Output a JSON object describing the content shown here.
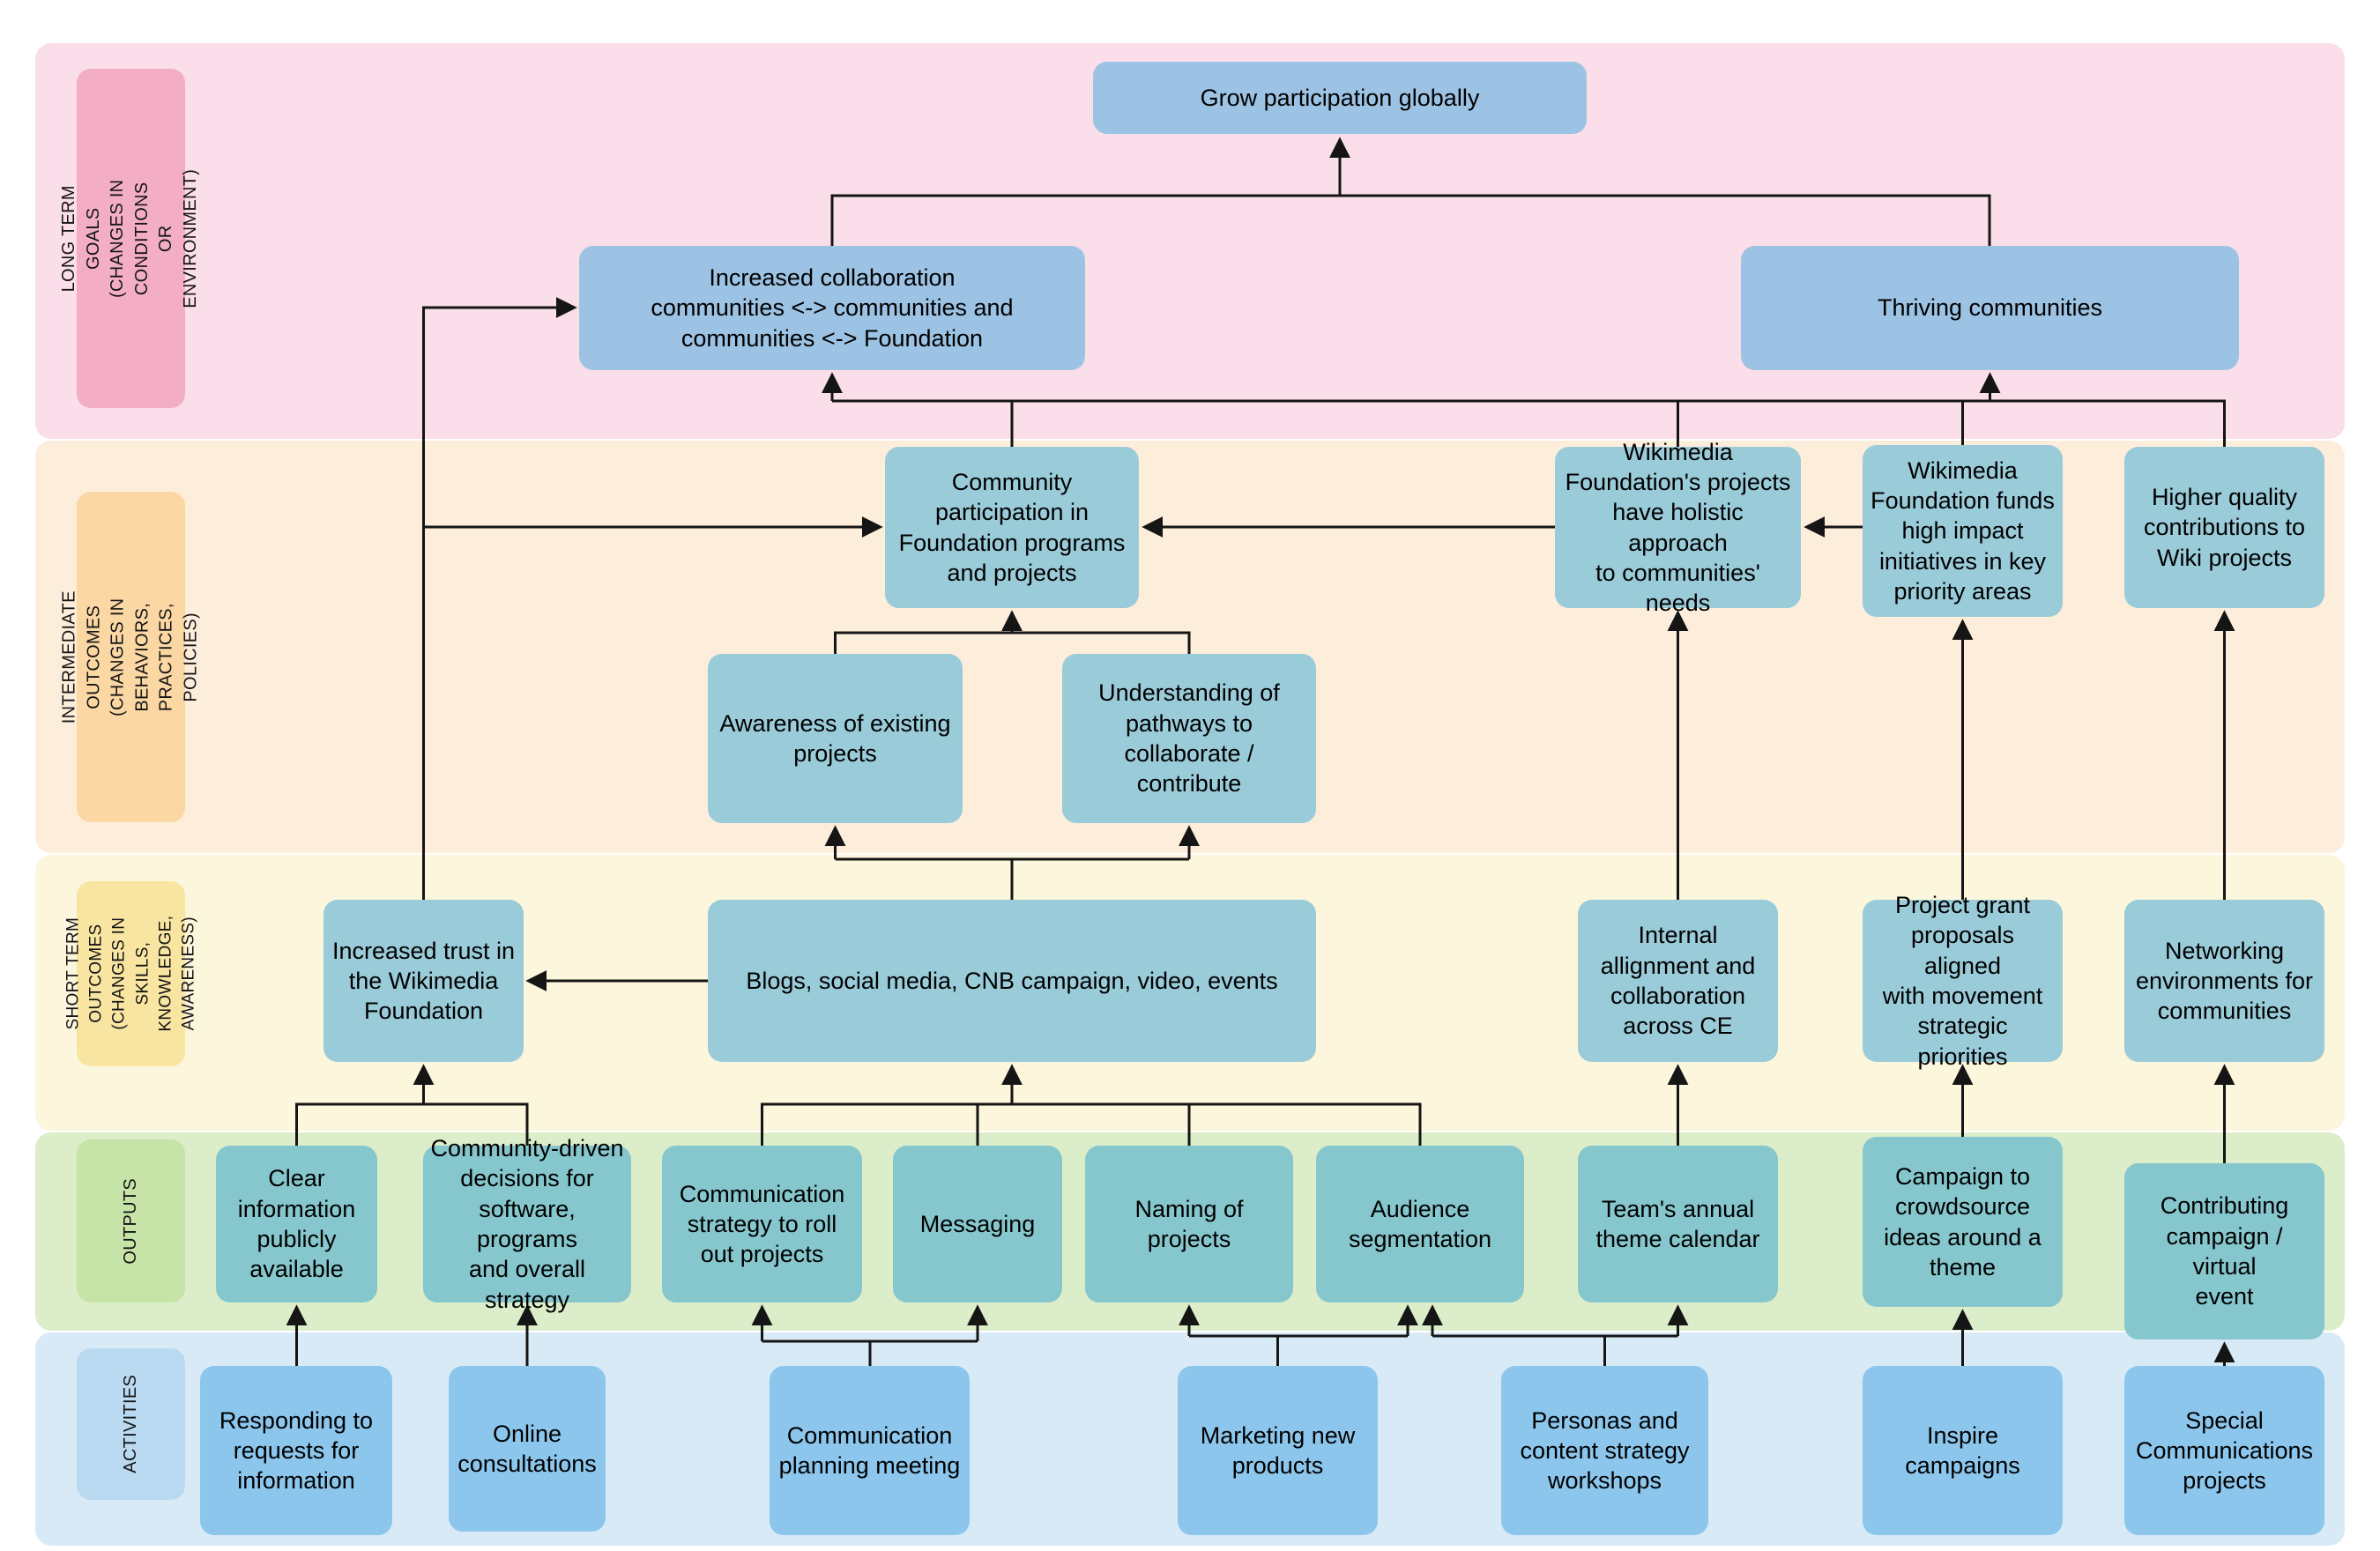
{
  "title": "Communications logic model",
  "palette": {
    "band_long_term": "#fadee9",
    "label_long_term": "#f3aec6",
    "band_intermediate": "#fdeedc",
    "label_intermediate": "#fbd7a4",
    "band_short_term": "#fcf6dd",
    "label_short_term": "#f9e5a2",
    "band_outputs": "#dcedc9",
    "label_outputs": "#c6e4a7",
    "band_activities": "#d9eaf7",
    "label_activities": "#badaf2",
    "node_goal_blue": "#9cc3e4",
    "node_outcome_teal": "#9acbd9",
    "node_output_teal": "#86c7ce",
    "node_activity_blue": "#8cc6ec",
    "connector": "#151515"
  },
  "rows": [
    {
      "id": "long-term-goals",
      "label": "LONG TERM GOALS\n(CHANGES IN CONDITIONS\nOR ENVIRONMENT)"
    },
    {
      "id": "intermediate-outcomes",
      "label": "INTERMEDIATE OUTCOMES\n(CHANGES IN BEHAVIORS, PRACTICES,\nPOLICIES)"
    },
    {
      "id": "short-term-outcomes",
      "label": "SHORT TERM OUTCOMES\n(CHANGES IN SKILLS,\nKNOWLEDGE,\nAWARENESS)"
    },
    {
      "id": "outputs",
      "label": "OUTPUTS"
    },
    {
      "id": "activities",
      "label": "ACTIVITIES"
    }
  ],
  "nodes": {
    "grow": {
      "label": "Grow participation globally"
    },
    "collab": {
      "label": "Increased collaboration\ncommunities <-> communities and\ncommunities <-> Foundation"
    },
    "thriving": {
      "label": "Thriving communities"
    },
    "commpart": {
      "label": "Community\nparticipation in\nFoundation programs\nand projects"
    },
    "wfprojects": {
      "label": "Wikimedia\nFoundation's projects\nhave holistic approach\nto communities' needs"
    },
    "wffunds": {
      "label": "Wikimedia\nFoundation funds\nhigh impact\ninitiatives in key\npriority areas"
    },
    "quality": {
      "label": "Higher quality\ncontributions to\nWiki projects"
    },
    "awareness": {
      "label": "Awareness of existing\nprojects"
    },
    "pathways": {
      "label": "Understanding of\npathways to\ncollaborate / contribute"
    },
    "trust": {
      "label": "Increased trust in\nthe Wikimedia\nFoundation"
    },
    "blogs": {
      "label": "Blogs, social media, CNB campaign, video, events"
    },
    "internal": {
      "label": "Internal\nallignment and\ncollaboration\nacross CE"
    },
    "grants": {
      "label": "Project grant\nproposals aligned\nwith movement\nstrategic priorities"
    },
    "network": {
      "label": "Networking\nenvironments for\ncommunities"
    },
    "clear": {
      "label": "Clear\ninformation\npublicly\navailable"
    },
    "decisions": {
      "label": "Community-driven\ndecisions for\nsoftware, programs\nand overall\nstrategy"
    },
    "strategy": {
      "label": "Communication\nstrategy to  roll\nout projects"
    },
    "messaging": {
      "label": "Messaging"
    },
    "naming": {
      "label": "Naming of\nprojects"
    },
    "audience": {
      "label": "Audience\nsegmentation"
    },
    "calendar": {
      "label": "Team's annual\ntheme calendar"
    },
    "crowdsource": {
      "label": "Campaign to\ncrowdsource\nideas around a\ntheme"
    },
    "contributing": {
      "label": "Contributing\ncampaign / virtual\nevent"
    },
    "responding": {
      "label": "Responding to\nrequests for\ninformation"
    },
    "online": {
      "label": "Online\nconsultations"
    },
    "meeting": {
      "label": "Communication\nplanning meeting"
    },
    "marketing": {
      "label": "Marketing new\nproducts"
    },
    "personas": {
      "label": "Personas and\ncontent strategy\nworkshops"
    },
    "inspire": {
      "label": "Inspire\ncampaigns"
    },
    "special": {
      "label": "Special\nCommunications\nprojects"
    }
  }
}
